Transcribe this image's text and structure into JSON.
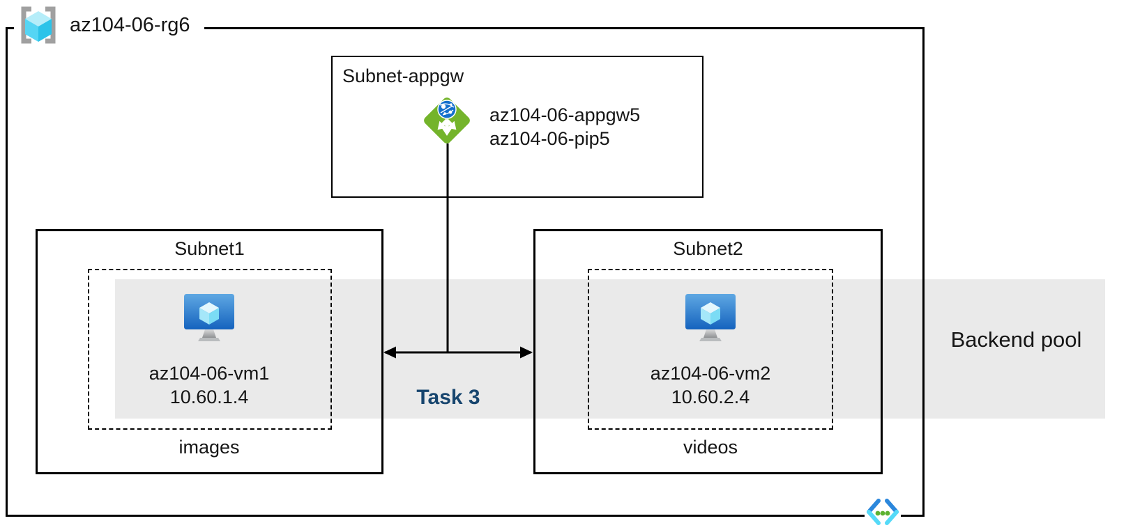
{
  "colors": {
    "band": "#EAEAEA",
    "task-text": "#17456E",
    "appgw-green": "#74B42B",
    "globe-blue": "#1470CC",
    "azure-blue": "#2B87DC",
    "cyan": "#55DAF8",
    "dot-green": "#5CB231"
  },
  "resource_group": {
    "name": "az104-06-rg6",
    "icon": "resource-group-icon"
  },
  "appgw_subnet": {
    "title": "Subnet-appgw",
    "icon": "application-gateway-icon",
    "gateway_name": "az104-06-appgw5",
    "public_ip_name": "az104-06-pip5"
  },
  "subnet1": {
    "title": "Subnet1",
    "icon": "virtual-machine-icon",
    "vm_name": "az104-06-vm1",
    "vm_ip": "10.60.1.4",
    "pool_name": "images"
  },
  "subnet2": {
    "title": "Subnet2",
    "icon": "virtual-machine-icon",
    "vm_name": "az104-06-vm2",
    "vm_ip": "10.60.2.4",
    "pool_name": "videos"
  },
  "backend_pool": {
    "label": "Backend pool"
  },
  "task": {
    "label": "Task 3"
  },
  "footer_icon": "virtual-network-icon"
}
